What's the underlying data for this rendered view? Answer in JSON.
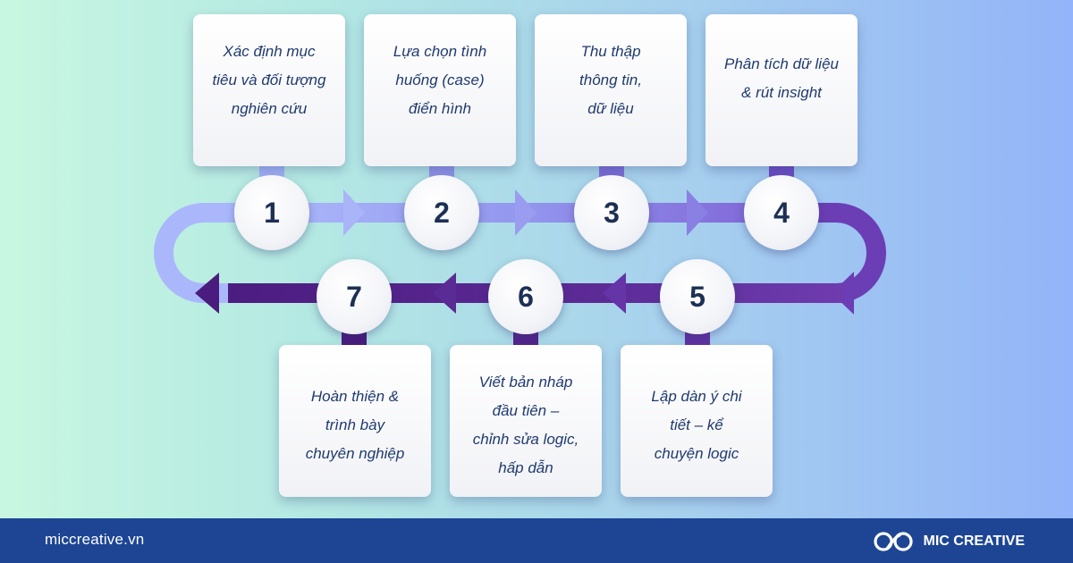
{
  "steps": [
    {
      "number": "1",
      "text": "Xác định mục\ntiêu và đối tượng\nnghiên cứu"
    },
    {
      "number": "2",
      "text": "Lựa chọn tình\nhuống (case)\nđiển hình"
    },
    {
      "number": "3",
      "text": "Thu thập\nthông tin,\ndữ liệu"
    },
    {
      "number": "4",
      "text": "Phân tích dữ liệu\n& rút insight"
    },
    {
      "number": "5",
      "text": "Lập dàn ý chi\ntiết – kể\nchuyện logic"
    },
    {
      "number": "6",
      "text": "Viết bản nháp\nđầu tiên –\nchỉnh sửa logic,\nhấp dẫn"
    },
    {
      "number": "7",
      "text": "Hoàn thiện &\ntrình bày\nchuyên nghiệp"
    }
  ],
  "footer": {
    "website": "miccreative.vn",
    "brand": "MIC CREATIVE",
    "logo_icon": "mic-creative-logo"
  },
  "colors": {
    "footer_bg": "#1d4594",
    "number_text": "#1c2f55",
    "card_text": "#1f3a6e",
    "arrow_light": "#a9b8fb",
    "arrow_mid": "#8b86e6",
    "arrow_dark": "#5a2893"
  }
}
